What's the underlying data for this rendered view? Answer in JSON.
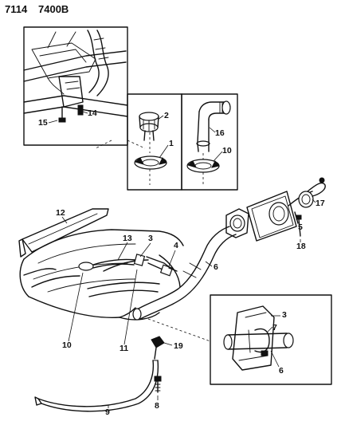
{
  "header": {
    "code_left": "7114",
    "code_right": "7400B"
  },
  "callouts": {
    "c1": "1",
    "c2": "2",
    "c3": "3",
    "c3b": "3",
    "c4": "4",
    "c5": "5",
    "c6": "6",
    "c6b": "6",
    "c7": "7",
    "c8": "8",
    "c9": "9",
    "c10": "10",
    "c10b": "10",
    "c11": "11",
    "c12": "12",
    "c13": "13",
    "c14": "14",
    "c15": "15",
    "c16": "16",
    "c17": "17",
    "c18": "18",
    "c19": "19"
  }
}
